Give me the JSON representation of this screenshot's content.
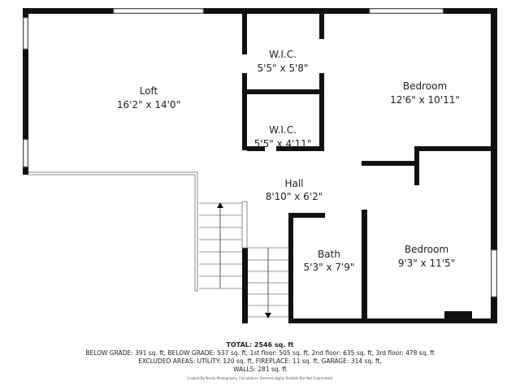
{
  "rooms": {
    "loft": {
      "name": "Loft",
      "dims": "16'2\" x 14'0\""
    },
    "wic1": {
      "name": "W.I.C.",
      "dims": "5'5\" x 5'8\""
    },
    "wic2": {
      "name": "W.I.C.",
      "dims": "5'5\" x 4'11\""
    },
    "bedroom1": {
      "name": "Bedroom",
      "dims": "12'6\" x 10'11\""
    },
    "hall": {
      "name": "Hall",
      "dims": "8'10\" x 6'2\""
    },
    "bath": {
      "name": "Bath",
      "dims": "5'3\" x 7'9\""
    },
    "bedroom2": {
      "name": "Bedroom",
      "dims": "9'3\" x 11'5\""
    }
  },
  "footer": {
    "total": "TOTAL: 2546 sq. ft",
    "line1": "BELOW GRADE: 391 sq. ft, BELOW GRADE: 537 sq. ft, 1st floor: 505 sq. ft, 2nd floor: 635 sq. ft, 3rd floor: 478 sq. ft",
    "line2": "EXCLUDED AREAS: UTILITY: 120 sq. ft, FIREPLACE: 11 sq. ft, GARAGE: 314 sq. ft,",
    "line3": "WALLS: 281 sq. ft",
    "credit": "Created By Nerdy Photography. Calculations Deemed Highly Reliable But Not Guaranteed."
  },
  "colors": {
    "wall": "#111111",
    "window": "#cccccc"
  }
}
